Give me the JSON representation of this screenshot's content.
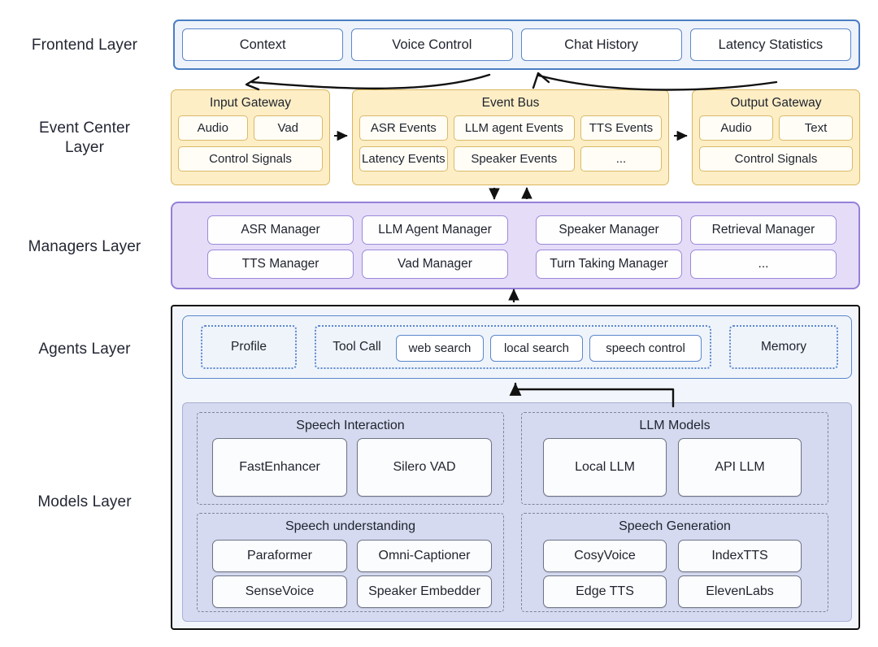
{
  "layers": [
    {
      "id": "frontend",
      "label": "Frontend Layer"
    },
    {
      "id": "event_center",
      "label": "Event Center\nLayer"
    },
    {
      "id": "managers",
      "label": "Managers Layer"
    },
    {
      "id": "agents",
      "label": "Agents Layer"
    },
    {
      "id": "models",
      "label": "Models Layer"
    }
  ],
  "frontend": {
    "items": [
      {
        "label": "Context"
      },
      {
        "label": "Voice Control"
      },
      {
        "label": "Chat History"
      },
      {
        "label": "Latency Statistics"
      }
    ]
  },
  "event_center": {
    "input_gateway": {
      "title": "Input Gateway",
      "row1": [
        "Audio",
        "Vad"
      ],
      "row2": [
        "Control Signals"
      ]
    },
    "event_bus": {
      "title": "Event Bus",
      "row1": [
        "ASR Events",
        "LLM agent Events",
        "TTS Events"
      ],
      "row2": [
        "Latency Events",
        "Speaker Events",
        "..."
      ]
    },
    "output_gateway": {
      "title": "Output Gateway",
      "row1": [
        "Audio",
        "Text"
      ],
      "row2": [
        "Control Signals"
      ]
    },
    "connector_left": "→",
    "connector_right": "→"
  },
  "managers": {
    "group_a": [
      [
        "ASR Manager",
        "LLM Agent Manager"
      ],
      [
        "TTS Manager",
        "Vad Manager"
      ]
    ],
    "group_b": [
      [
        "Speaker Manager",
        "Retrieval Manager"
      ],
      [
        "Turn Taking Manager",
        "..."
      ]
    ]
  },
  "agents": {
    "profile": {
      "label": "Profile"
    },
    "tool_call": {
      "label": "Tool Call",
      "tools": [
        "web search",
        "local search",
        "speech  control"
      ]
    },
    "memory": {
      "label": "Memory"
    }
  },
  "models": {
    "groups": [
      {
        "title": "Speech Interaction",
        "rows": [
          [
            "FastEnhancer",
            "Silero  VAD"
          ]
        ],
        "tall": true
      },
      {
        "title": "LLM Models",
        "rows": [
          [
            "Local LLM",
            "API LLM"
          ]
        ],
        "tall": true
      },
      {
        "title": "Speech understanding",
        "rows": [
          [
            "Paraformer",
            "Omni-Captioner"
          ],
          [
            "SenseVoice",
            "Speaker Embedder"
          ]
        ],
        "tall": false
      },
      {
        "title": "Speech Generation",
        "rows": [
          [
            "CosyVoice",
            "IndexTTS"
          ],
          [
            "Edge TTS",
            "ElevenLabs"
          ]
        ],
        "tall": false
      }
    ]
  },
  "colors": {
    "frontend_fill": "#eef3fb",
    "frontend_border": "#4a7ec4",
    "event_fill": "#fdeec6",
    "event_border": "#d8b65a",
    "managers_fill": "#e5dcf8",
    "managers_border": "#9580d8",
    "agents_border": "#101010",
    "agents_fill": "#f2f6fc",
    "models_fill": "#d6daf0",
    "models_group_border": "#7d8498",
    "arrow": "#111111"
  }
}
